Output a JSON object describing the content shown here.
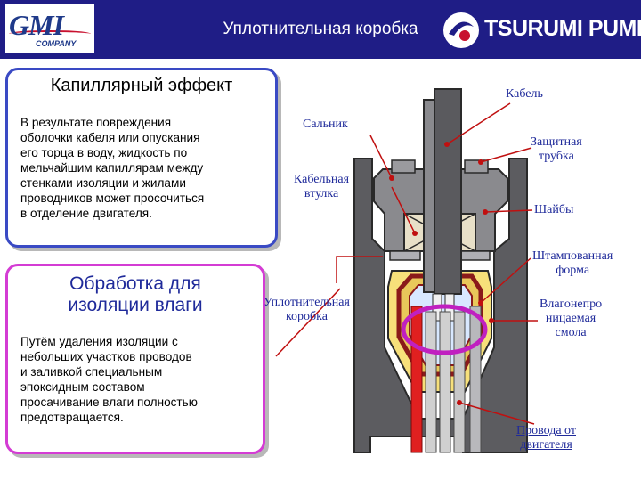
{
  "header": {
    "title": "Уплотнительная коробка",
    "logo_left": "GMI",
    "logo_left_sub": "COMPANY",
    "logo_right": "TSURUMI PUMP"
  },
  "capillary": {
    "title": "Капиллярный эффект",
    "lines": [
      "В результате повреждения",
      "оболочки кабеля или опускания",
      "его торца в воду, жидкость по",
      "мельчайшим капиллярам между",
      "стенками изоляции и жилами",
      "проводников может просочиться",
      "в отделение двигателя."
    ]
  },
  "moisture": {
    "title_lines": [
      "Обработка для",
      "изоляции влаги"
    ],
    "lines": [
      "Путём удаления изоляции с",
      "небольших участков проводов",
      "и заливкой специальным",
      "эпоксидным составом",
      "просачивание влаги полностью",
      "предотвращается."
    ]
  },
  "labels": {
    "cable": "Кабель",
    "gland": "Сальник",
    "bushing": [
      "Кабельная",
      "втулка"
    ],
    "tube": [
      "Защитная",
      "трубка"
    ],
    "washers": "Шайбы",
    "stamped": [
      "Штампованная",
      "форма"
    ],
    "box": [
      "Уплотнительная",
      "коробка"
    ],
    "resin": [
      "Влагонепро",
      "ницаемая",
      "смола"
    ],
    "wires": [
      "Провода от",
      "двигателя"
    ]
  },
  "colors": {
    "header_bg": "#1f1d86",
    "box1_border": "#3a4ac4",
    "box2_border": "#d43cd4",
    "label_text": "#1f2a9a",
    "housing": "#5c5c60",
    "resin": "#f7e07a",
    "stamped_form": "#8a1a1a",
    "wire_red": "#e02020",
    "callout": "#c01010",
    "highlight_ring": "#c020c0"
  }
}
